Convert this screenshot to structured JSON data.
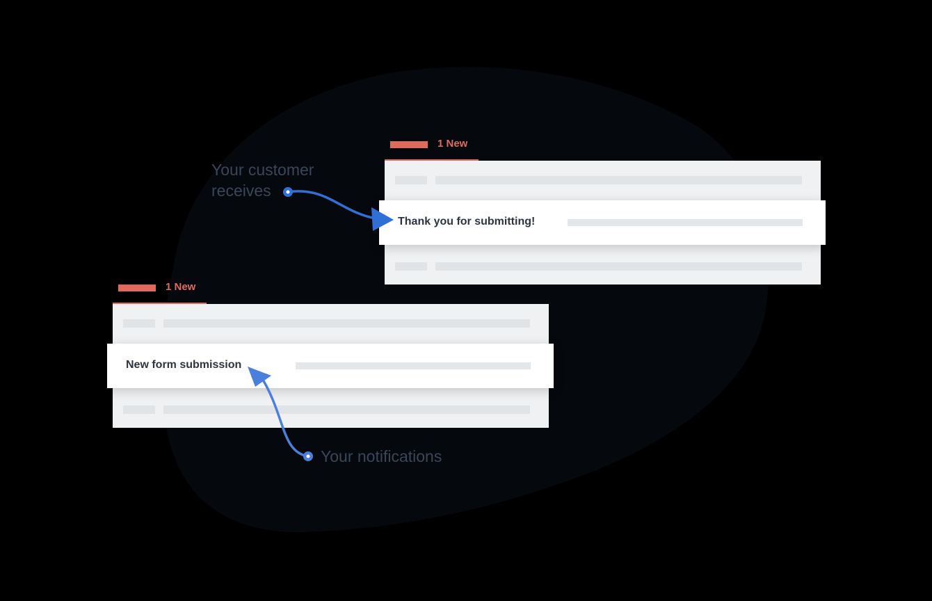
{
  "colors": {
    "background": "#000000",
    "blob": "#05080d",
    "accent": "#e06a5a",
    "arrow": "#2f6fd6",
    "annotation_text": "#3a4659"
  },
  "customer_panel": {
    "tab_label": "1 New",
    "card_title": "Thank you for submitting!"
  },
  "owner_panel": {
    "tab_label": "1 New",
    "card_title": "New form submission"
  },
  "annotations": {
    "customer_line1": "Your customer",
    "customer_line2": "receives",
    "notifications": "Your notifications"
  }
}
